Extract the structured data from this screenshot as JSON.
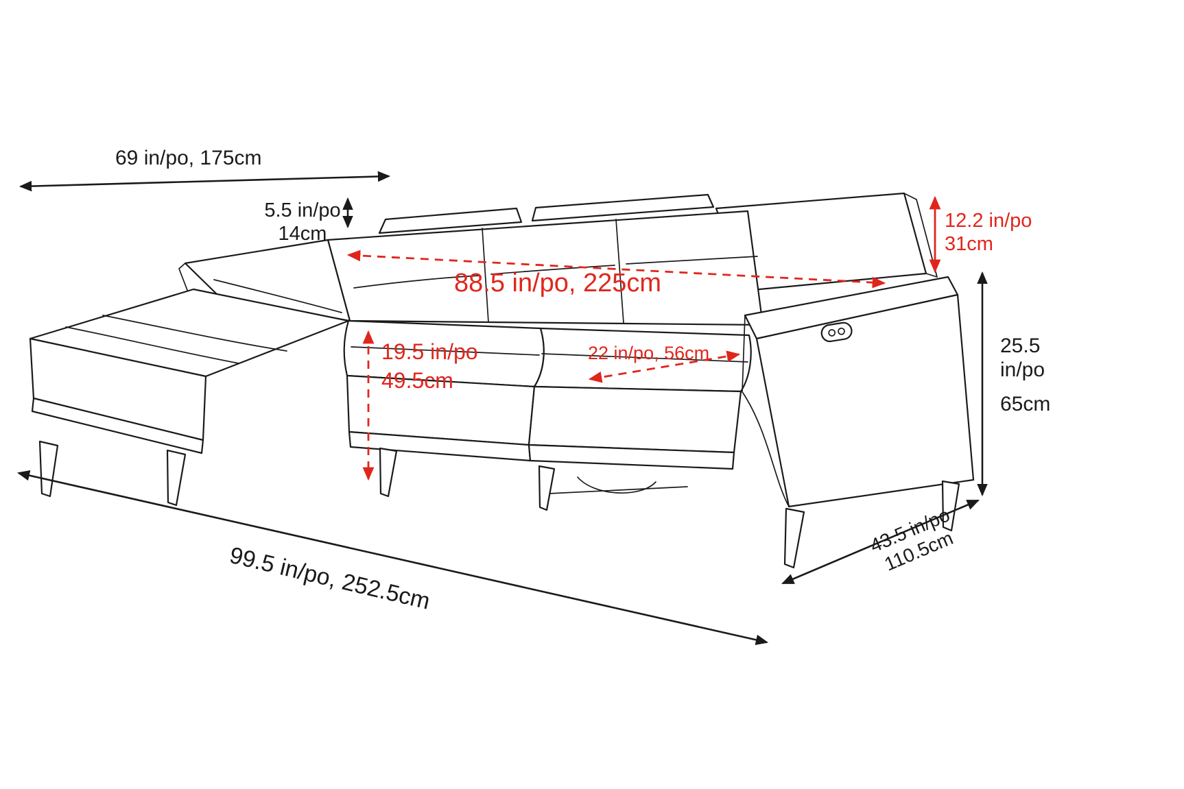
{
  "diagram": {
    "colors": {
      "line": "#1a1a1a",
      "accent_red": "#e0261c",
      "background": "#ffffff"
    },
    "dimensions": {
      "back_width": {
        "label": "69 in/po, 175cm"
      },
      "headrest_raise": {
        "line1": "5.5 in/po",
        "line2": "14cm"
      },
      "headrest_height": {
        "line1": "12.2 in/po",
        "line2": "31cm"
      },
      "inside_width": {
        "label": "88.5 in/po, 225cm"
      },
      "seat_height": {
        "line1": "19.5 in/po",
        "line2": "49.5cm"
      },
      "seat_depth": {
        "label": "22 in/po, 56cm"
      },
      "arm_height": {
        "line1": "25.5",
        "line2": "in/po",
        "line3": "65cm"
      },
      "overall_width": {
        "label": "99.5 in/po, 252.5cm"
      },
      "overall_depth": {
        "line1": "43.5 in/po",
        "line2": "110.5cm"
      }
    }
  }
}
